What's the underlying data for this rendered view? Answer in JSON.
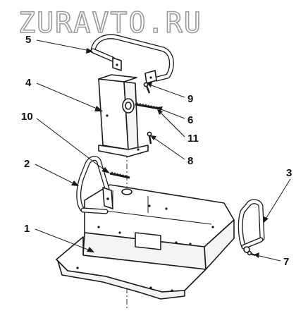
{
  "watermark": {
    "text": "ZURAVTO.RU"
  },
  "callouts": [
    {
      "id": "c1",
      "label": "1"
    },
    {
      "id": "c2",
      "label": "2"
    },
    {
      "id": "c3",
      "label": "3"
    },
    {
      "id": "c4",
      "label": "4"
    },
    {
      "id": "c5",
      "label": "5"
    },
    {
      "id": "c6",
      "label": "6"
    },
    {
      "id": "c7",
      "label": "7"
    },
    {
      "id": "c8",
      "label": "8"
    },
    {
      "id": "c9",
      "label": "9"
    },
    {
      "id": "c10",
      "label": "10"
    },
    {
      "id": "c11",
      "label": "11"
    }
  ],
  "colors": {
    "line": "#1a1a1a",
    "watermark_stroke": "#9a9a9a",
    "background": "#ffffff"
  }
}
